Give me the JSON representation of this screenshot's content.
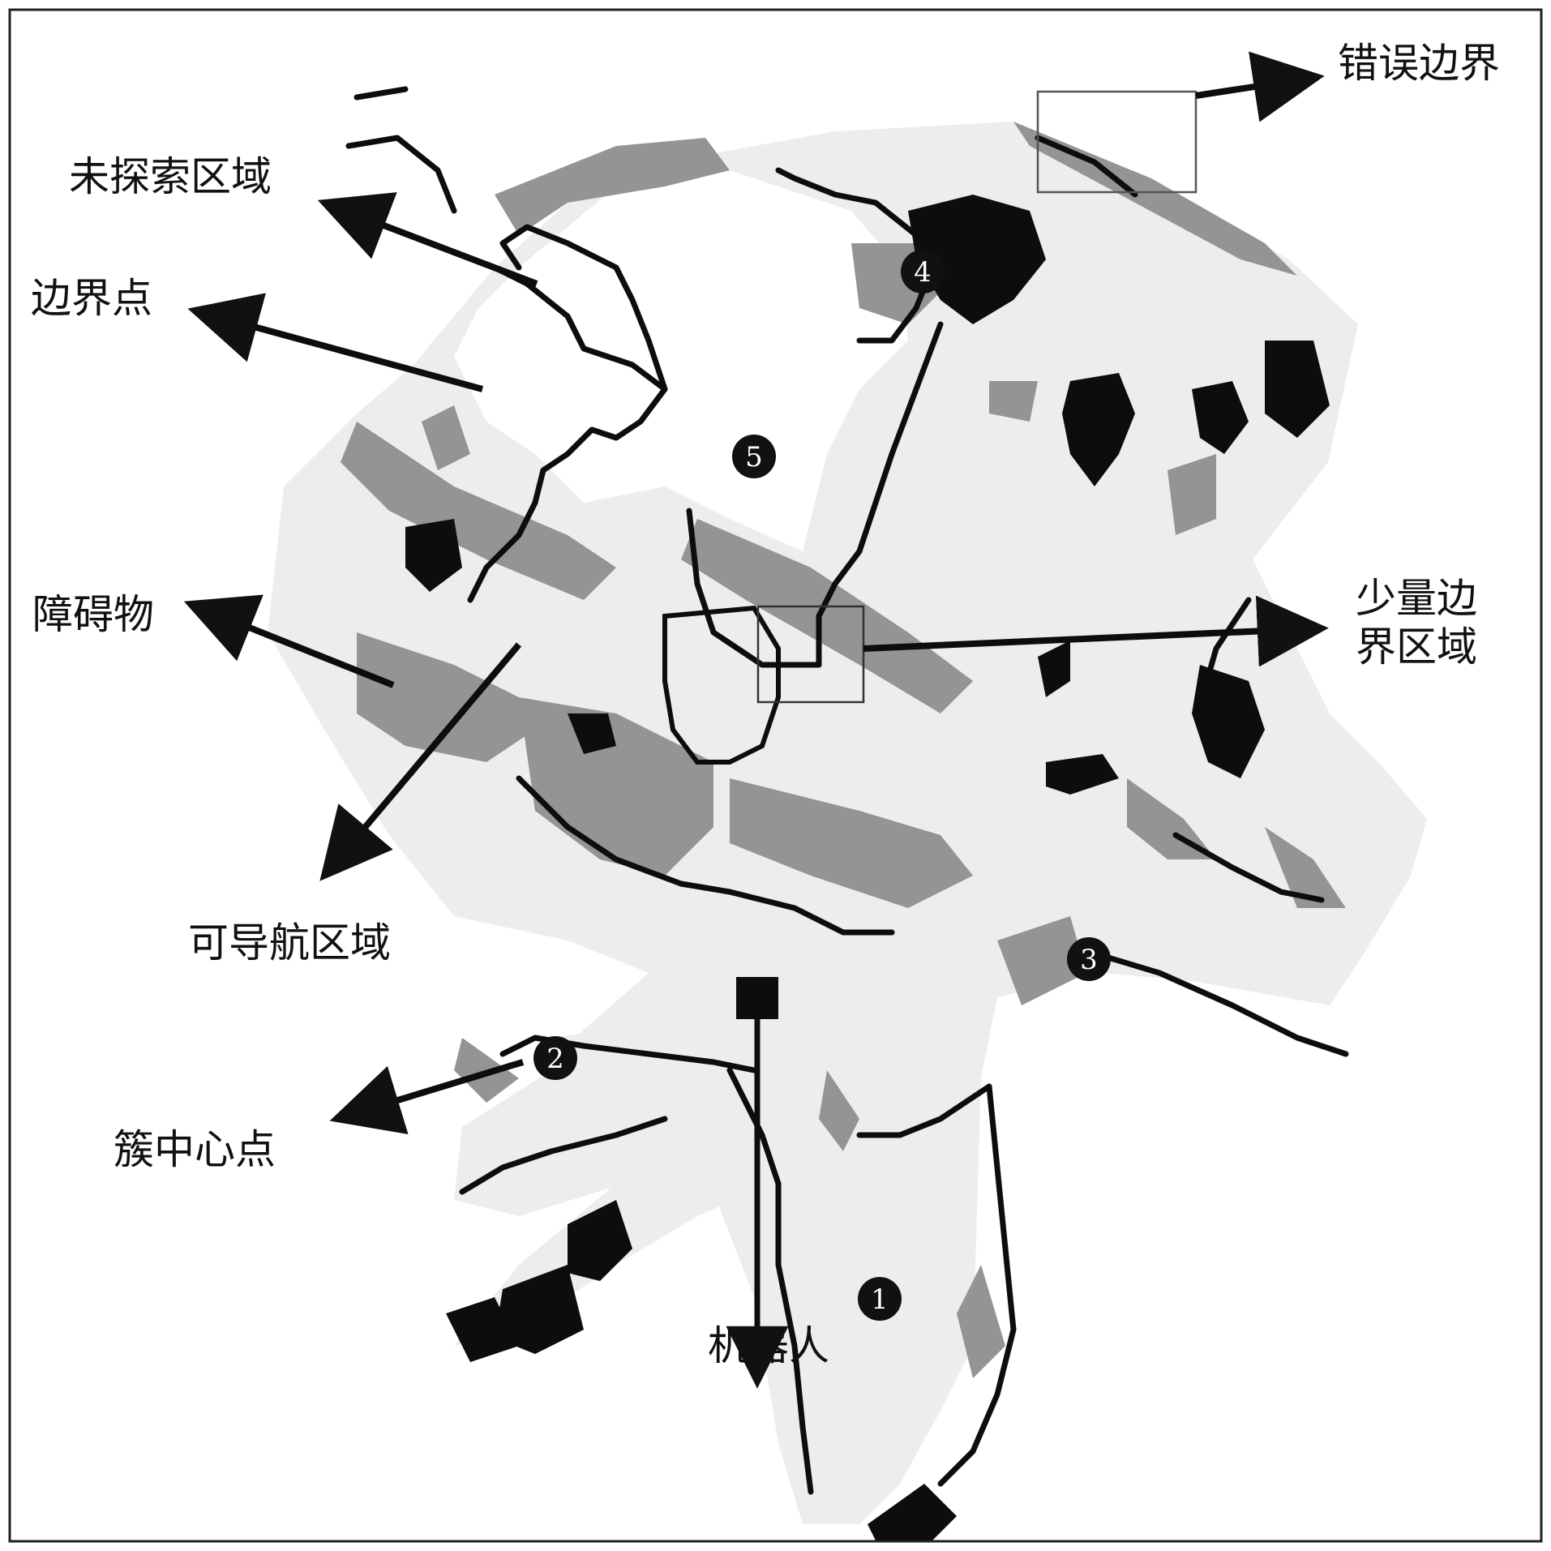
{
  "labels": {
    "unexplored": "未探索区域",
    "frontier_point": "边界点",
    "obstacle": "障碍物",
    "navigable": "可导航区域",
    "cluster_center": "簇中心点",
    "robot": "机器人",
    "wrong_frontier": "错误边界",
    "few_frontier_line1": "少量边",
    "few_frontier_line2": "界区域"
  },
  "clusters": [
    {
      "id": "1"
    },
    {
      "id": "2"
    },
    {
      "id": "3"
    },
    {
      "id": "4"
    },
    {
      "id": "5"
    }
  ],
  "colors": {
    "background": "#ffffff",
    "navigable": "#efecec",
    "obstacle_band": "#959393",
    "frontier_line": "#0d0d0d",
    "obstacle_points": "#0d0d0d",
    "cluster_center": "#111111"
  }
}
